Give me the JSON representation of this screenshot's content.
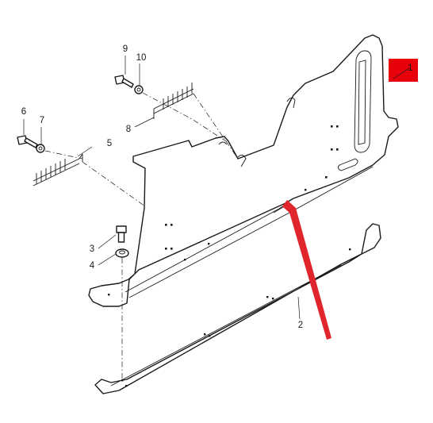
{
  "labels": {
    "p1": "1",
    "p2": "2",
    "p3": "3",
    "p4": "4",
    "p5": "5",
    "p6": "6",
    "p7": "7",
    "p8": "8",
    "p9": "9",
    "p10": "10"
  },
  "colors": {
    "highlight": "#e8000b",
    "arrow": "#e0262c",
    "line": "#1a1a1a"
  },
  "icons": {
    "highlight": "red-callout-box",
    "pointer": "red-arrow-icon"
  }
}
